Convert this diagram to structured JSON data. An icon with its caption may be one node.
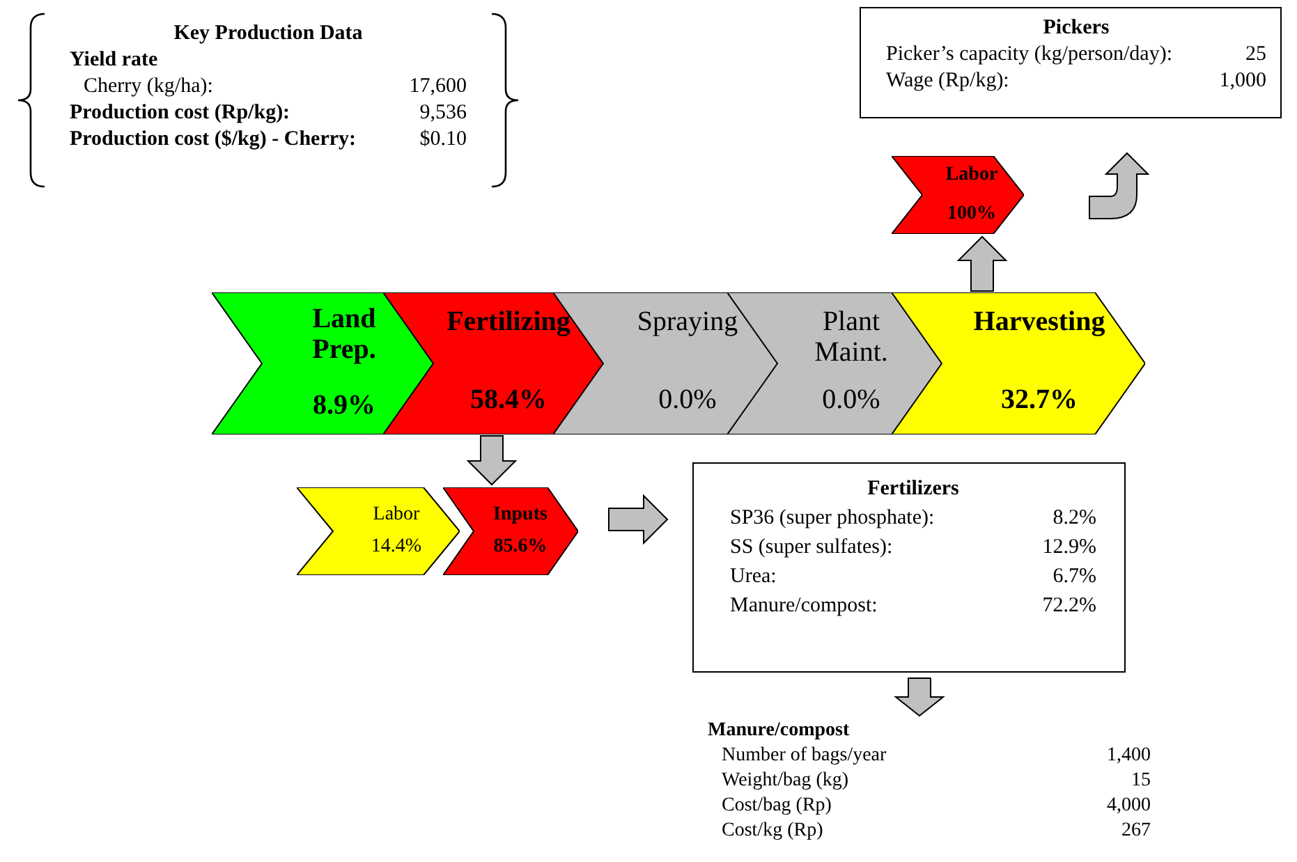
{
  "diagram": {
    "nodes": [
      {
        "text": [
          "Key Production Data",
          "Yield rate",
          "Cherry (kg/ha):",
          "17,600",
          "Production cost (Rp/kg):",
          "9,536",
          "Production cost ($/kg) - Cherry:",
          "$0.10"
        ]
      },
      {
        "text": [
          "Pickers",
          "Picker’s capacity (kg/person/day):",
          "25",
          "Wage (Rp/kg):",
          "1,000"
        ]
      },
      {
        "text": [
          "Labor",
          "100%"
        ]
      },
      {
        "text": [
          "Land Prep.",
          "8.9%"
        ]
      },
      {
        "text": [
          "Fertilizing",
          "58.4%"
        ]
      },
      {
        "text": [
          "Spraying",
          "0.0%"
        ]
      },
      {
        "text": [
          "Plant Maint.",
          "0.0%"
        ]
      },
      {
        "text": [
          "Harvesting",
          "32.7%"
        ]
      },
      {
        "text": [
          "Labor",
          "14.4%"
        ]
      },
      {
        "text": [
          "Inputs",
          "85.6%"
        ]
      },
      {
        "text": [
          "Fertilizers",
          "SP36 (super phosphate):",
          "8.2%",
          "SS (super sulfates):",
          "12.9%",
          "Urea:",
          "6.7%",
          "Manure/compost:",
          "72.2%"
        ]
      },
      {
        "text": [
          "Manure/compost",
          "Number of bags/year",
          "1,400",
          "Weight/bag (kg)",
          "15",
          "Cost/bag (Rp)",
          "4,000",
          "Cost/kg (Rp)",
          "267"
        ]
      }
    ],
    "edges": [
      {
        "from": 7,
        "to": 2,
        "arrow": "to"
      },
      {
        "from": 2,
        "to": 1,
        "arrow": "to"
      },
      {
        "from": 4,
        "to": 9,
        "arrow": "to"
      },
      {
        "from": 9,
        "to": 10,
        "arrow": "to"
      },
      {
        "from": 10,
        "to": 11,
        "arrow": "to"
      }
    ]
  }
}
